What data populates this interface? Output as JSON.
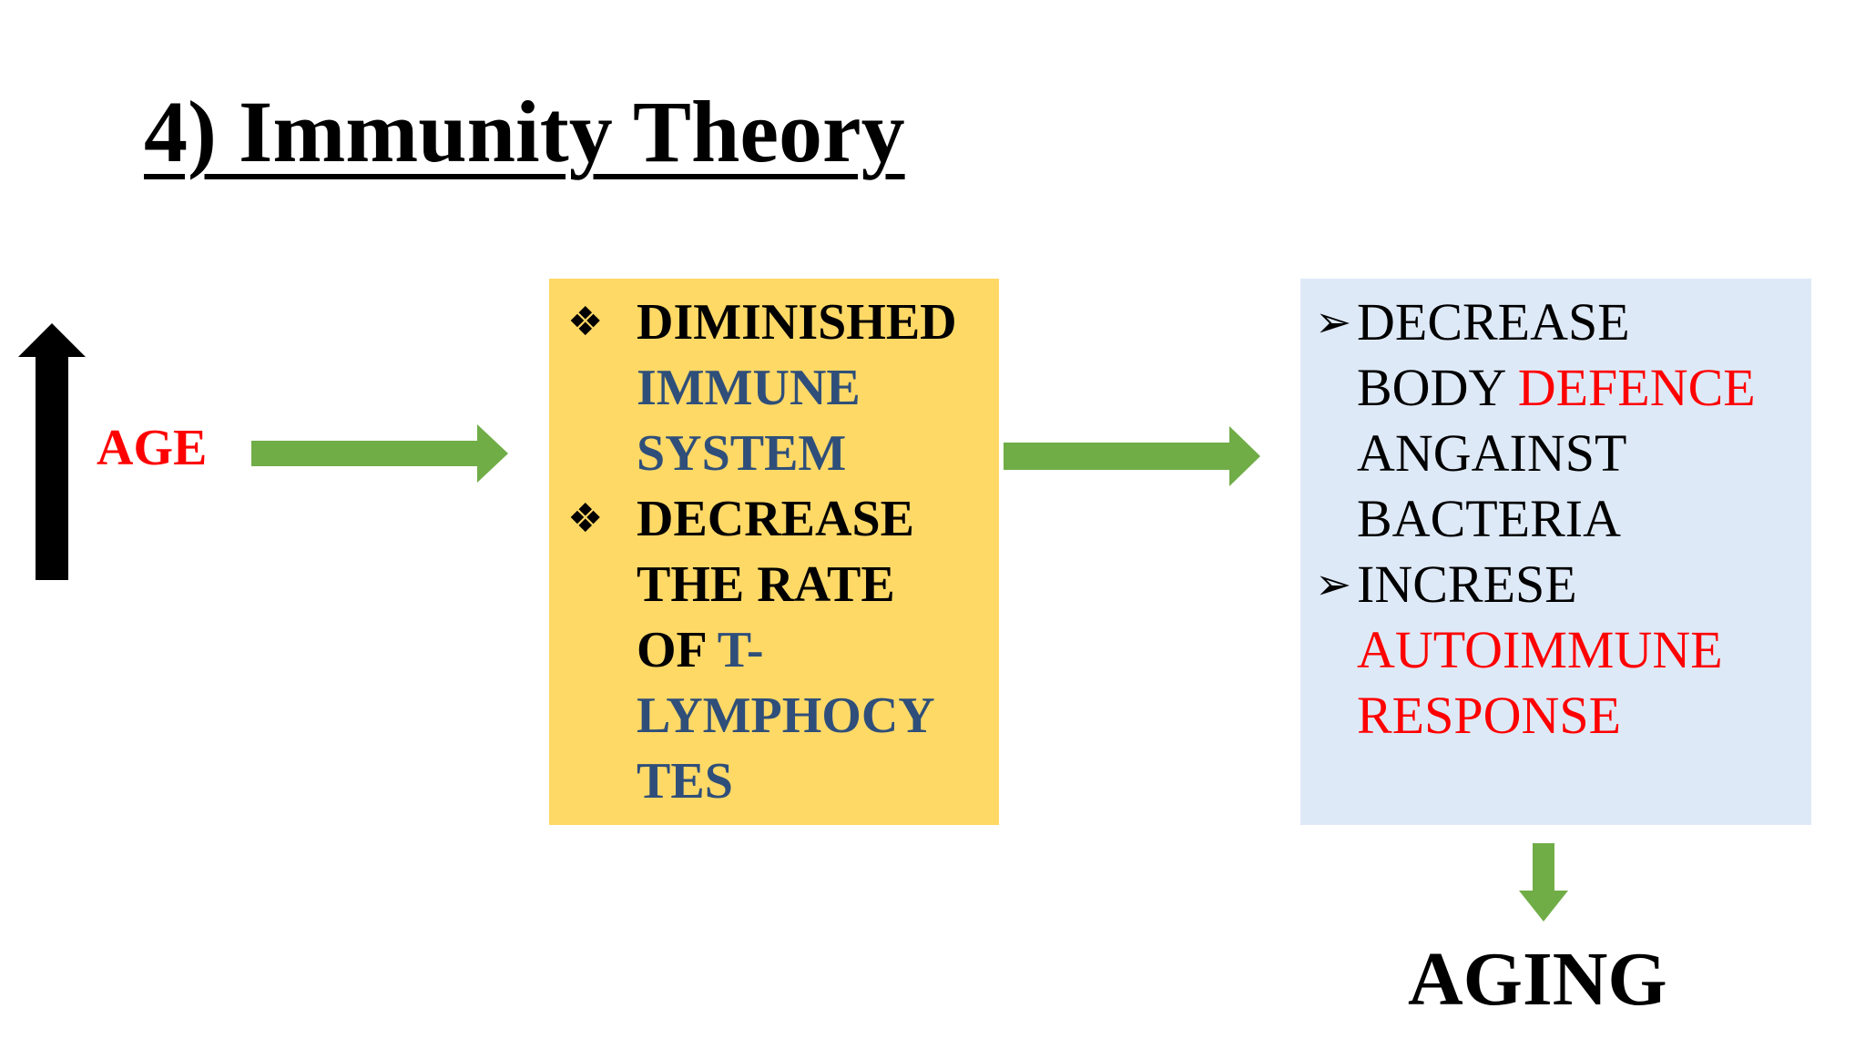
{
  "title": "4) Immunity Theory",
  "age_label": "AGE",
  "yellow_box": {
    "item1": {
      "line1": "DIMINISHED",
      "line2": "IMMUNE",
      "line3": "SYSTEM"
    },
    "item2": {
      "line1": "DECREASE",
      "line2": "THE RATE",
      "line3_a": "OF ",
      "line3_b": "T-",
      "line4": "LYMPHOCY",
      "line5": "TES"
    }
  },
  "blue_box": {
    "item1": {
      "line1": "DECREASE",
      "line2_a": "BODY ",
      "line2_b": "DEFENCE",
      "line3": "ANGAINST",
      "line4": "BACTERIA"
    },
    "item2": {
      "line1": "INCRESE",
      "line2": "AUTOIMMUNE",
      "line3": "RESPONSE"
    }
  },
  "aging_label": "AGING",
  "icons": {
    "up_arrow": "up-arrow-icon",
    "right_arrow": "right-arrow-icon",
    "down_arrow": "down-arrow-icon",
    "diamond_bullet": "diamond-bullet-icon",
    "arrowhead_bullet": "arrowhead-bullet-icon"
  },
  "colors": {
    "yellow_box": "#ffd966",
    "blue_box": "#dee9f7",
    "green_arrow": "#70ad47",
    "red_text": "#ff0000",
    "navy_text": "#2f4f7a"
  }
}
